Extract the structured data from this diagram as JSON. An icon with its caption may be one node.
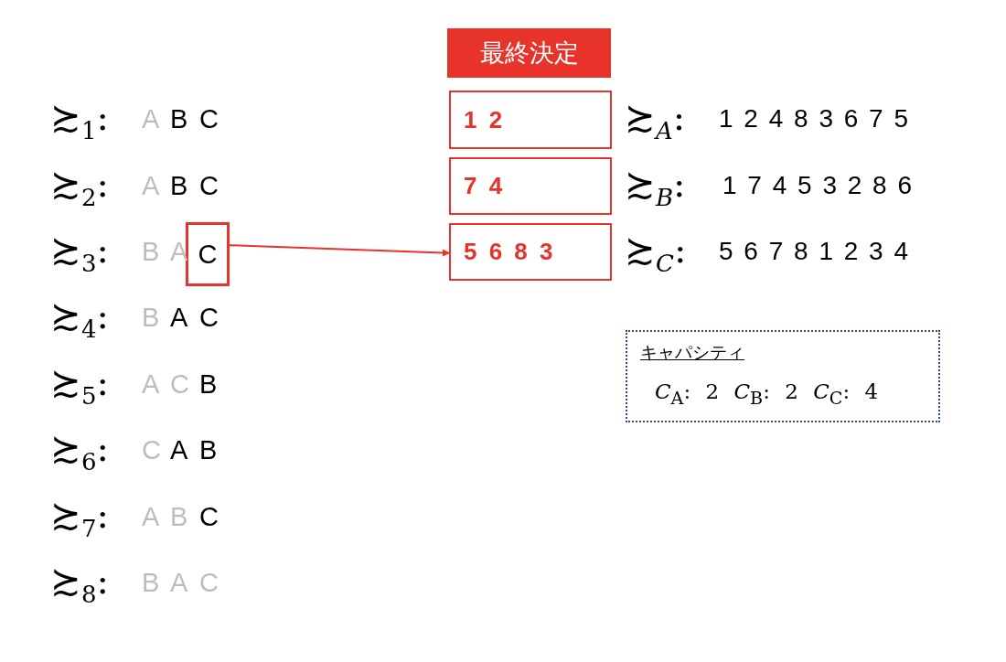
{
  "diagram": {
    "nodes": [
      {
        "text": [
          "最終決定"
        ]
      },
      {
        "text": [
          "1 2"
        ]
      },
      {
        "text": [
          "7 4"
        ]
      },
      {
        "text": [
          "5 6 8 3"
        ]
      },
      {
        "text": [
          "C"
        ]
      },
      {
        "text": [
          "キャパシティ",
          "*C*$_{A}$: 2 *C*$_{B}$: 2 *C*$_{C}$: 4"
        ]
      }
    ],
    "edges": [
      {
        "from": 4,
        "to": 3,
        "arrow": "to"
      }
    ],
    "labels": [
      "≿$_{1}$:",
      "A",
      "B",
      "C",
      "≿$_{2}$:",
      "A",
      "B",
      "C",
      "≿$_{3}$:",
      "B",
      "A",
      "≿$_{4}$:",
      "B",
      "A",
      "C",
      "≿$_{5}$:",
      "A",
      "C",
      "B",
      "≿$_{6}$:",
      "C",
      "A",
      "B",
      "≿$_{7}$:",
      "A",
      "B",
      "C",
      "≿$_{8}$:",
      "B",
      "A",
      "C",
      "≿$_{A}$:",
      "1 2 4 8 3 6 7 5",
      "≿$_{B}$:",
      "1 7 4 5 3 2 8 6",
      "≿$_{C}$:",
      "5 6 7 8 1 2 3 4"
    ]
  }
}
